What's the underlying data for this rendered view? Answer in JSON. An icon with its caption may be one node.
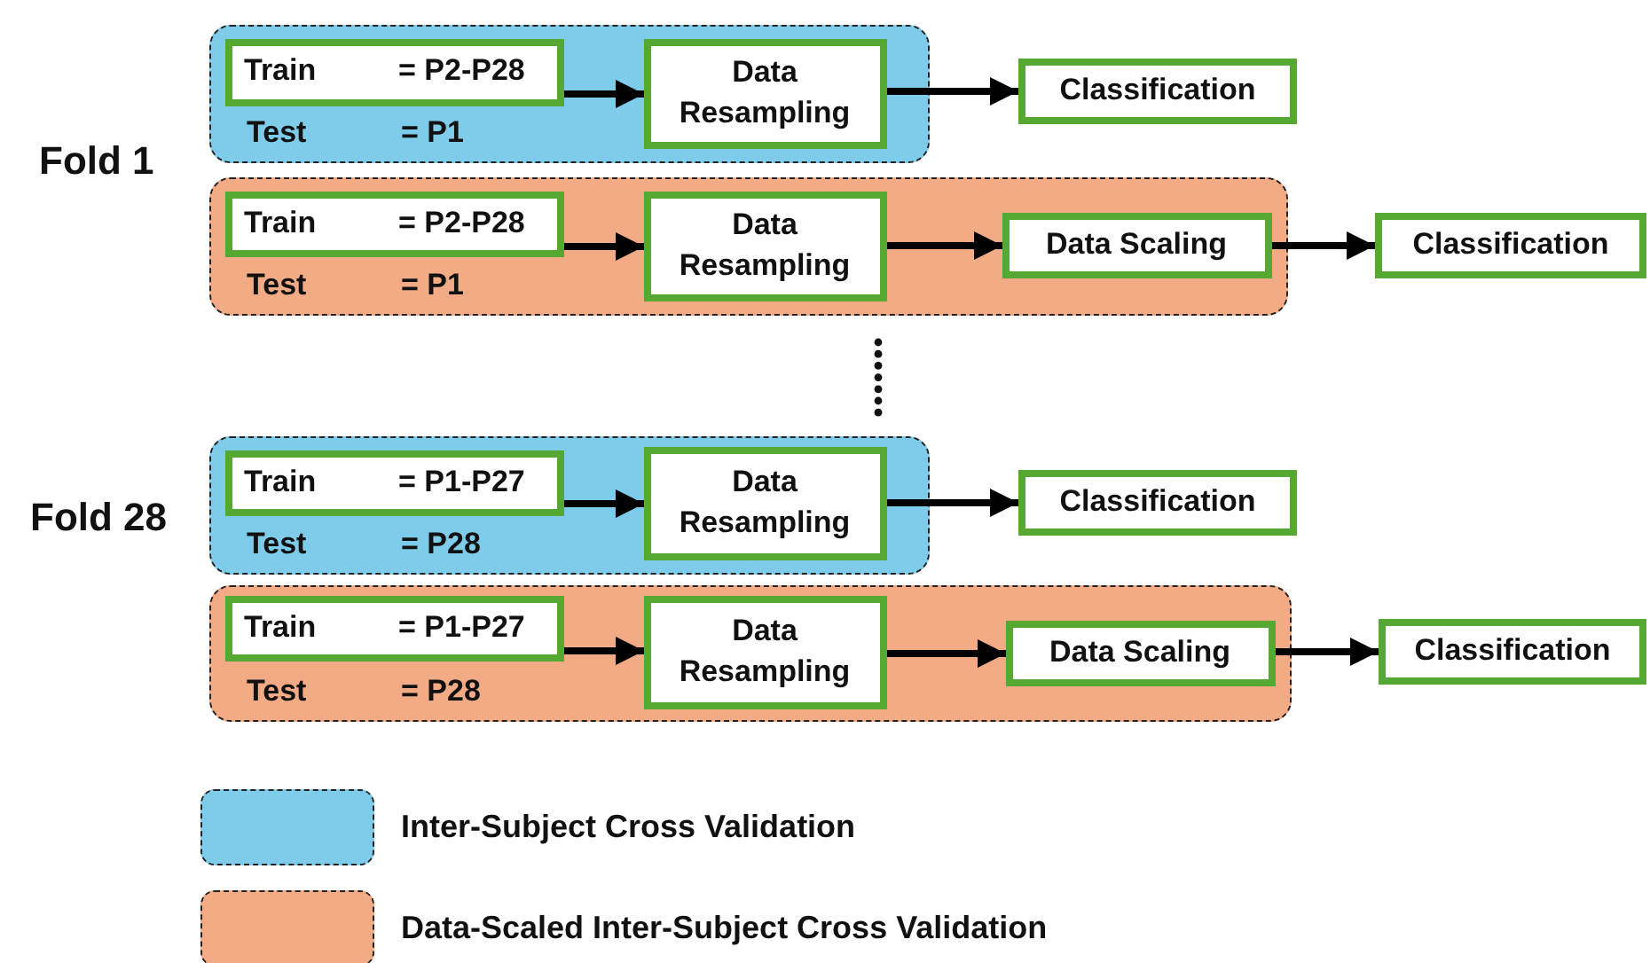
{
  "diagram": {
    "nodes": [
      {
        "text": [
          "Test",
          "= P1"
        ]
      },
      {
        "text": [
          "Train",
          "= P2-P28"
        ],
        "in": 0
      },
      {
        "text": [
          "Data Resampling"
        ],
        "in": 0
      },
      {
        "text": [
          "Classification"
        ]
      },
      {
        "text": [
          "Test",
          "= P1"
        ]
      },
      {
        "text": [
          "Train",
          "= P2-P28"
        ],
        "in": 4
      },
      {
        "text": [
          "Data Resampling"
        ],
        "in": 4
      },
      {
        "text": [
          "Data Scaling"
        ],
        "in": 4
      },
      {
        "text": [
          "Classification"
        ]
      },
      {
        "text": [
          "Test",
          "= P28"
        ]
      },
      {
        "text": [
          "Train",
          "= P1-P27"
        ],
        "in": 9
      },
      {
        "text": [
          "Data Resampling"
        ],
        "in": 9
      },
      {
        "text": [
          "Classification"
        ]
      },
      {
        "text": [
          "Test",
          "= P28"
        ]
      },
      {
        "text": [
          "Train",
          "= P1-P27"
        ],
        "in": 13
      },
      {
        "text": [
          "Data Resampling"
        ],
        "in": 13
      },
      {
        "text": [
          "Data Scaling"
        ],
        "in": 13
      },
      {
        "text": [
          "Classification"
        ]
      }
    ],
    "edges": [
      {
        "from": 1,
        "to": 2,
        "arrow": "to"
      },
      {
        "from": 2,
        "to": 3,
        "arrow": "to"
      },
      {
        "from": 5,
        "to": 6,
        "arrow": "to"
      },
      {
        "from": 6,
        "to": 7,
        "arrow": "to"
      },
      {
        "from": 7,
        "to": 8,
        "arrow": "to"
      },
      {
        "from": 10,
        "to": 11,
        "arrow": "to"
      },
      {
        "from": 11,
        "to": 12,
        "arrow": "to"
      },
      {
        "from": 14,
        "to": 15,
        "arrow": "to"
      },
      {
        "from": 15,
        "to": 16,
        "arrow": "to"
      },
      {
        "from": 16,
        "to": 17,
        "arrow": "to"
      }
    ],
    "labels": [
      "Fold 1",
      "Fold 28"
    ],
    "legend": [
      {
        "text": "Inter-Subject Cross Validation",
        "color": "#7ecbea"
      },
      {
        "text": "Data-Scaled Inter-Subject Cross Validation",
        "color": "#f2ab84"
      }
    ]
  }
}
